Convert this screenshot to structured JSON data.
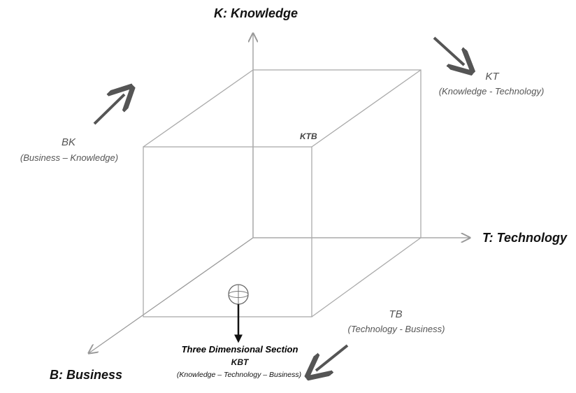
{
  "axes": {
    "knowledge": "K: Knowledge",
    "technology": "T: Technology",
    "business": "B: Business"
  },
  "planes": {
    "bk": {
      "code": "BK",
      "description": "(Business – Knowledge)"
    },
    "kt": {
      "code": "KT",
      "description": "(Knowledge - Technology)"
    },
    "tb": {
      "code": "TB",
      "description": "(Technology - Business)"
    }
  },
  "vertex_label": "KTB",
  "section": {
    "title": "Three Dimensional Section",
    "code": "KBT",
    "description": "(Knowledge – Technology – Business)"
  },
  "colors": {
    "cube_lines": "#aaaaaa",
    "axis_lines": "#999999",
    "arrows": "#555555",
    "text_dark": "#111111",
    "text_gray": "#555555"
  }
}
